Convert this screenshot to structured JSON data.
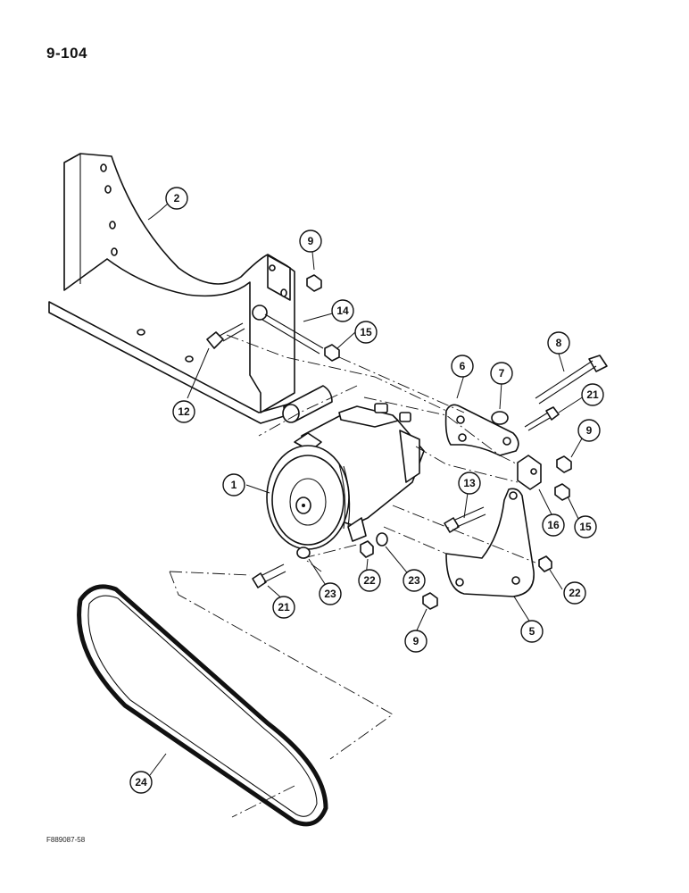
{
  "page_number": "9-104",
  "figure_code": "F889087-58",
  "callouts": {
    "c2": "2",
    "c9a": "9",
    "c14": "14",
    "c15a": "15",
    "c12": "12",
    "c8": "8",
    "c6": "6",
    "c7": "7",
    "c21a": "21",
    "c9b": "9",
    "c1": "1",
    "c13": "13",
    "c16": "16",
    "c15b": "15",
    "c21b": "21",
    "c23a": "23",
    "c22a": "22",
    "c23b": "23",
    "c22b": "22",
    "c5": "5",
    "c9c": "9",
    "c24": "24"
  }
}
